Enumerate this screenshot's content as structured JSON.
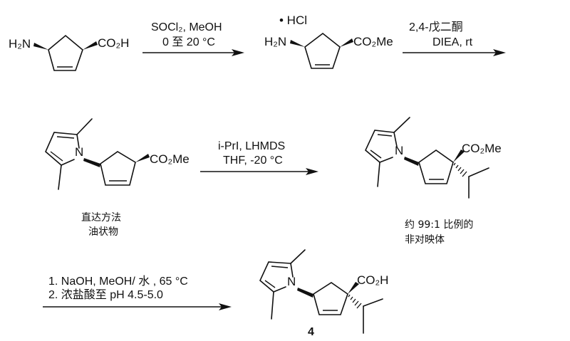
{
  "scheme": {
    "step1": {
      "reagents_line1": "SOCl₂, MeOH",
      "reagents_line2": "0 至 20 °C"
    },
    "step2": {
      "reagents_line1": "2,4-戊二酮",
      "reagents_line2": "DIEA, rt"
    },
    "step3": {
      "reagents_line1": "i-PrI, LHMDS",
      "reagents_line2": "THF, -20 °C"
    },
    "step4": {
      "reagents_line1": "1. NaOH, MeOH/ 水 , 65 °C",
      "reagents_line2": "2. 浓盐酸至 pH 4.5-5.0"
    }
  },
  "compounds": {
    "c1": {
      "left_group": "H₂N",
      "right_group": "CO₂H"
    },
    "c2": {
      "salt": "• HCl",
      "left_group": "H₂N",
      "right_group": "CO₂Me"
    },
    "c3": {
      "n_label": "N",
      "right_group": "CO₂Me",
      "note_line1": "直达方法",
      "note_line2": "油状物"
    },
    "c4": {
      "n_label": "N",
      "right_group": "CO₂Me",
      "note_line1": "约 99:1 比例的",
      "note_line2": "非对映体"
    },
    "c5": {
      "n_label": "N",
      "right_group": "CO₂H",
      "label": "4"
    }
  },
  "colors": {
    "ink": "#111111",
    "background": "#ffffff"
  }
}
